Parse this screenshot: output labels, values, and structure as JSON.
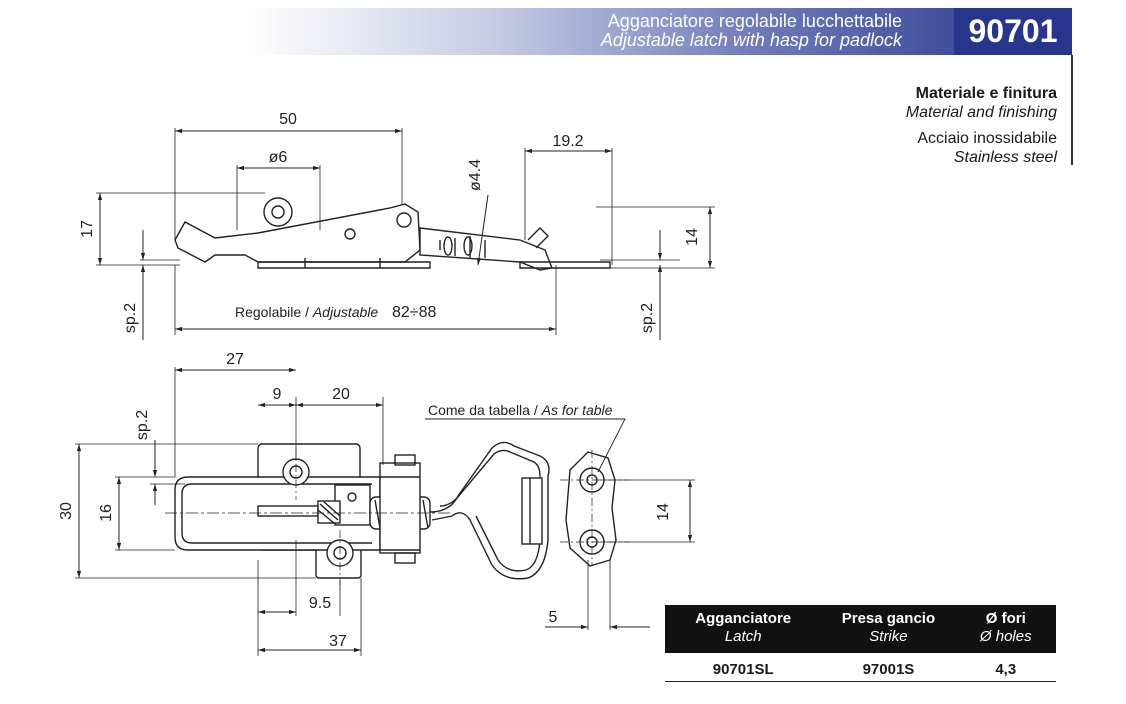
{
  "header": {
    "title_it": "Agganciatore regolabile lucchettabile",
    "title_en": "Adjustable latch with hasp for padlock",
    "code": "90701"
  },
  "material": {
    "label_it": "Materiale e finitura",
    "label_en": "Material and finishing",
    "value_it": "Acciaio  inossidabile",
    "value_en": "Stainless steel"
  },
  "dimensions": {
    "side_length": "50",
    "hole_dia": "ø6",
    "pin_dia": "ø4.4",
    "hook_len": "19.2",
    "height_left": "17",
    "height_right": "14",
    "thickness_left": "sp.2",
    "thickness_right": "sp.2",
    "adjust_label_it": "Regolabile / ",
    "adjust_label_en": "Adjustable",
    "adjust_range": "82÷88",
    "top_27": "27",
    "top_9": "9",
    "top_20": "20",
    "thickness_top": "sp.2",
    "height_30": "30",
    "height_16": "16",
    "strike_14": "14",
    "bottom_9_5": "9.5",
    "bottom_37": "37",
    "strike_5": "5",
    "note_it": "Come da tabella / ",
    "note_en": "As for table"
  },
  "table": {
    "headers": [
      {
        "it": "Agganciatore",
        "en": "Latch"
      },
      {
        "it": "Presa gancio",
        "en": "Strike"
      },
      {
        "it": "Ø fori",
        "en": "Ø holes"
      }
    ],
    "rows": [
      [
        "90701SL",
        "97001S",
        "4,3"
      ]
    ]
  }
}
